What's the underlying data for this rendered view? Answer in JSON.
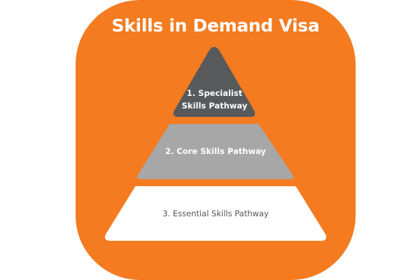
{
  "title": "Skills in Demand Visa",
  "colors": {
    "background": "#F47B20",
    "tier1": "#58595B",
    "tier2": "#A7A7A7",
    "tier3": "#FFFFFF"
  },
  "tiers": [
    {
      "number": 1,
      "label_line1": "1.  Specialist",
      "label_line2": "Skills Pathway"
    },
    {
      "number": 2,
      "label": "2. Core Skills Pathway"
    },
    {
      "number": 3,
      "label": "3. Essential Skills Pathway"
    }
  ]
}
